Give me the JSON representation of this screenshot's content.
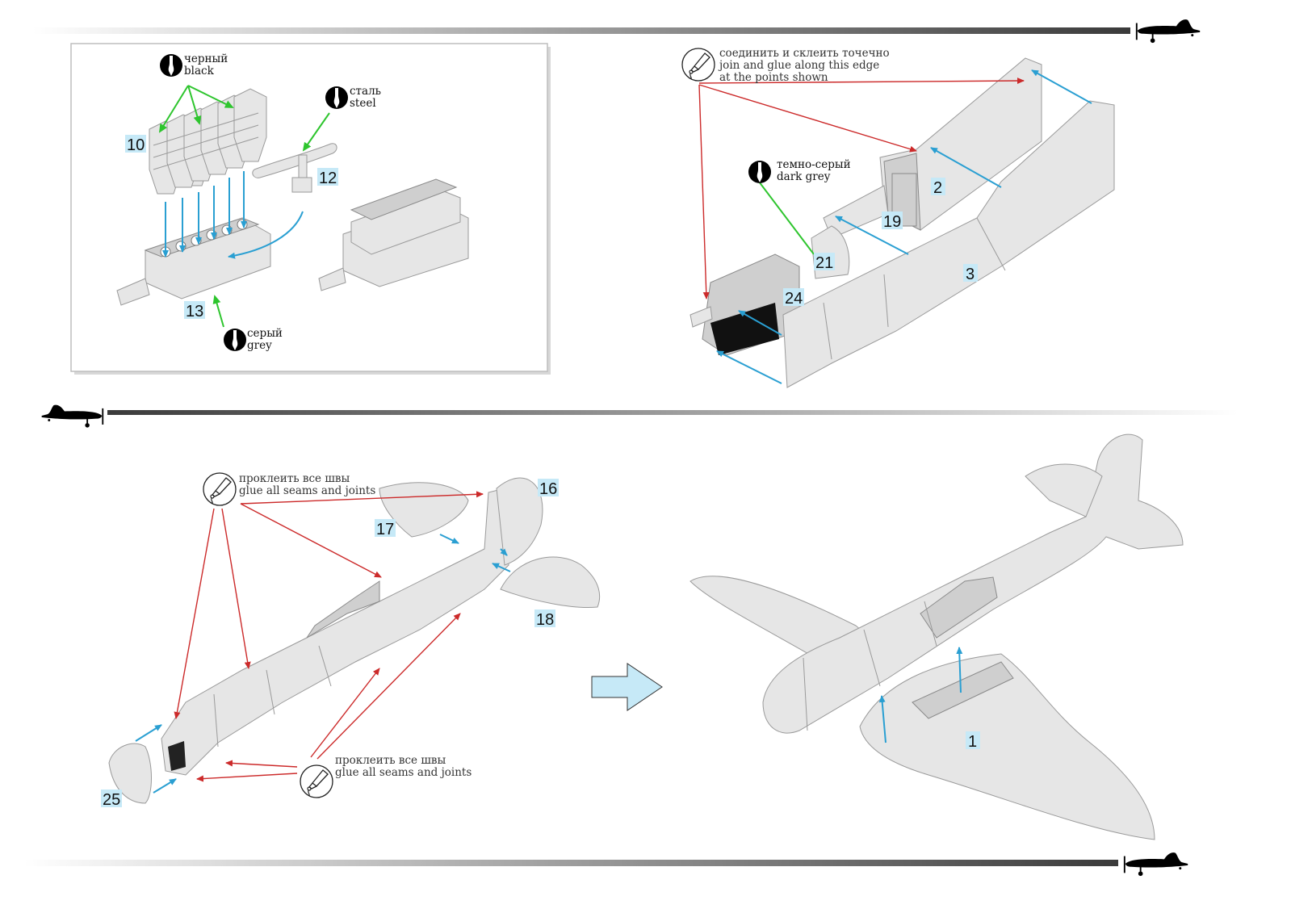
{
  "colors": {
    "part_label_bg": "#c6e9f7",
    "blue_arrow": "#2a9fd2",
    "red_arrow": "#cc2a2a",
    "green_arrow": "#2ec52e",
    "model_grey": "#e6e6e6",
    "next_arrow_fill": "#c6e9f7"
  },
  "step1": {
    "paint_black": {
      "ru": "черный",
      "en": "black"
    },
    "paint_steel": {
      "ru": "сталь",
      "en": "steel"
    },
    "paint_grey": {
      "ru": "серый",
      "en": "grey"
    },
    "parts": [
      "10",
      "12",
      "13"
    ]
  },
  "step2": {
    "glue_note": {
      "ru": "соединить и склеить точечно",
      "en_line1": "join and glue along this edge",
      "en_line2": "at the points shown"
    },
    "paint_dark_grey": {
      "ru": "темно-серый",
      "en": "dark grey"
    },
    "parts": [
      "2",
      "19",
      "21",
      "3",
      "24"
    ]
  },
  "step3": {
    "glue_note_top": {
      "ru": "проклеить все швы",
      "en": "glue all seams and joints"
    },
    "glue_note_bottom": {
      "ru": "проклеить все швы",
      "en": "glue all seams and joints"
    },
    "parts": [
      "16",
      "17",
      "18",
      "25"
    ]
  },
  "step4": {
    "parts": [
      "1"
    ]
  },
  "icons": {
    "paint": "paint-drop-icon",
    "glue": "glue-tube-icon",
    "plane": "plane-silhouette-icon",
    "next": "next-step-arrow-icon"
  }
}
